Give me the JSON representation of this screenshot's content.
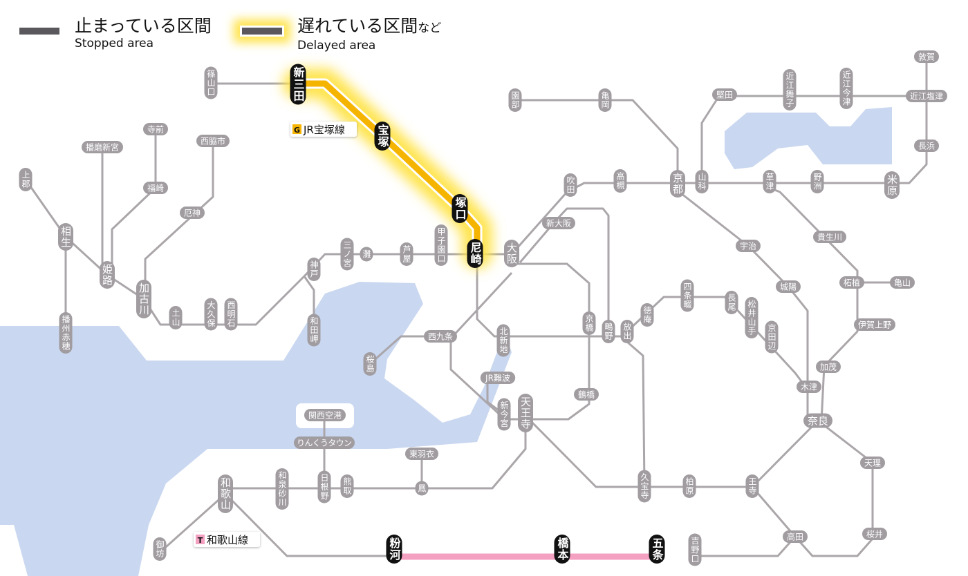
{
  "legend": {
    "stopped": {
      "label_ja": "止まっている区間",
      "label_en": "Stopped area",
      "color": "#5a585c"
    },
    "delayed": {
      "label_ja": "遅れている区間",
      "label_suffix": "など",
      "label_en": "Delayed area",
      "glow_color": "#ffe44f"
    }
  },
  "line_labels": [
    {
      "badge": "G",
      "name": "JR宝塚線",
      "badge_color": "#f5b400",
      "status": "delayed"
    },
    {
      "badge": "T",
      "name": "和歌山線",
      "badge_color": "#f4a0c0",
      "status": "stopped"
    }
  ],
  "colors": {
    "track": "#aaa6aa",
    "station": "#a09ca0",
    "highlight_station": "#111111",
    "delayed_line": "#f5b400",
    "stopped_line": "#f4a0c0",
    "water": "#c9d7f0"
  },
  "stations": [
    {
      "id": "sasayamaguchi",
      "name": "篠山口",
      "state": "normal"
    },
    {
      "id": "shinsanda",
      "name": "新三田",
      "state": "affected"
    },
    {
      "id": "takarazuka",
      "name": "宝塚",
      "state": "affected"
    },
    {
      "id": "tsukaguchi",
      "name": "塚口",
      "state": "affected"
    },
    {
      "id": "amagasaki",
      "name": "尼崎",
      "state": "affected"
    },
    {
      "id": "osaka",
      "name": "大阪",
      "state": "normal"
    },
    {
      "id": "shinosaka",
      "name": "新大阪",
      "state": "normal"
    },
    {
      "id": "suita",
      "name": "吹田",
      "state": "normal"
    },
    {
      "id": "takatsuki",
      "name": "高槻",
      "state": "normal"
    },
    {
      "id": "kyoto",
      "name": "京都",
      "state": "normal"
    },
    {
      "id": "yamashina",
      "name": "山科",
      "state": "normal"
    },
    {
      "id": "sonobe",
      "name": "園部",
      "state": "normal"
    },
    {
      "id": "kameoka",
      "name": "亀岡",
      "state": "normal"
    },
    {
      "id": "katata",
      "name": "堅田",
      "state": "normal"
    },
    {
      "id": "omimaiko",
      "name": "近江舞子",
      "state": "normal"
    },
    {
      "id": "omiimazu",
      "name": "近江今津",
      "state": "normal"
    },
    {
      "id": "omishiotsu",
      "name": "近江塩津",
      "state": "normal"
    },
    {
      "id": "tsuruga",
      "name": "敦賀",
      "state": "normal"
    },
    {
      "id": "nagahama",
      "name": "長浜",
      "state": "normal"
    },
    {
      "id": "maibara",
      "name": "米原",
      "state": "normal"
    },
    {
      "id": "yasu",
      "name": "野洲",
      "state": "normal"
    },
    {
      "id": "kusatsu",
      "name": "草津",
      "state": "normal"
    },
    {
      "id": "kibukawa",
      "name": "貴生川",
      "state": "normal"
    },
    {
      "id": "uji",
      "name": "宇治",
      "state": "normal"
    },
    {
      "id": "joyo",
      "name": "城陽",
      "state": "normal"
    },
    {
      "id": "tsuge",
      "name": "柘植",
      "state": "normal"
    },
    {
      "id": "kameyama",
      "name": "亀山",
      "state": "normal"
    },
    {
      "id": "igaueno",
      "name": "伊賀上野",
      "state": "normal"
    },
    {
      "id": "kamo",
      "name": "加茂",
      "state": "normal"
    },
    {
      "id": "kizu",
      "name": "木津",
      "state": "normal"
    },
    {
      "id": "nara",
      "name": "奈良",
      "state": "normal"
    },
    {
      "id": "tenri",
      "name": "天理",
      "state": "normal"
    },
    {
      "id": "sakurai",
      "name": "桜井",
      "state": "normal"
    },
    {
      "id": "takada",
      "name": "高田",
      "state": "normal"
    },
    {
      "id": "oji",
      "name": "王寺",
      "state": "normal"
    },
    {
      "id": "kashiwara",
      "name": "柏原",
      "state": "normal"
    },
    {
      "id": "kyuhoji",
      "name": "久宝寺",
      "state": "normal"
    },
    {
      "id": "hanaten",
      "name": "放出",
      "state": "normal"
    },
    {
      "id": "shigino",
      "name": "鴫野",
      "state": "normal"
    },
    {
      "id": "tokuan",
      "name": "徳庵",
      "state": "normal"
    },
    {
      "id": "shijonawate",
      "name": "四条畷",
      "state": "normal"
    },
    {
      "id": "nagao",
      "name": "長尾",
      "state": "normal"
    },
    {
      "id": "matsuiyamate",
      "name": "松井山手",
      "state": "normal"
    },
    {
      "id": "kyotanabe",
      "name": "京田辺",
      "state": "normal"
    },
    {
      "id": "kyobashi",
      "name": "京橋",
      "state": "normal"
    },
    {
      "id": "tsuruhashi",
      "name": "鶴橋",
      "state": "normal"
    },
    {
      "id": "tennoji",
      "name": "天王寺",
      "state": "normal"
    },
    {
      "id": "shinimamiya",
      "name": "新今宮",
      "state": "normal"
    },
    {
      "id": "jrnamba",
      "name": "JR難波",
      "state": "normal"
    },
    {
      "id": "kitashinchi",
      "name": "北新地",
      "state": "normal"
    },
    {
      "id": "nishikujo",
      "name": "西九条",
      "state": "normal"
    },
    {
      "id": "sakurajima",
      "name": "桜島",
      "state": "normal"
    },
    {
      "id": "koshienguchi",
      "name": "甲子園口",
      "state": "normal"
    },
    {
      "id": "ashiya",
      "name": "芦屋",
      "state": "normal"
    },
    {
      "id": "nada",
      "name": "灘",
      "state": "normal"
    },
    {
      "id": "sannomiya",
      "name": "三ノ宮",
      "state": "normal"
    },
    {
      "id": "kobe",
      "name": "神戸",
      "state": "normal"
    },
    {
      "id": "wadamisaki",
      "name": "和田岬",
      "state": "normal"
    },
    {
      "id": "nishiakashi",
      "name": "西明石",
      "state": "normal"
    },
    {
      "id": "okubo",
      "name": "大久保",
      "state": "normal"
    },
    {
      "id": "tsuchiyama",
      "name": "土山",
      "state": "normal"
    },
    {
      "id": "kakogawa",
      "name": "加古川",
      "state": "normal"
    },
    {
      "id": "himeji",
      "name": "姫路",
      "state": "normal"
    },
    {
      "id": "aioi",
      "name": "相生",
      "state": "normal"
    },
    {
      "id": "kamigori",
      "name": "上郡",
      "state": "normal"
    },
    {
      "id": "banshuako",
      "name": "播州赤穂",
      "state": "normal"
    },
    {
      "id": "harimashingu",
      "name": "播磨新宮",
      "state": "normal"
    },
    {
      "id": "teramae",
      "name": "寺前",
      "state": "normal"
    },
    {
      "id": "fukusaki",
      "name": "福崎",
      "state": "normal"
    },
    {
      "id": "nishiwakishi",
      "name": "西脇市",
      "state": "normal"
    },
    {
      "id": "yakujin",
      "name": "厄神",
      "state": "normal"
    },
    {
      "id": "kansaiairport",
      "name": "関西空港",
      "state": "normal"
    },
    {
      "id": "rinkutown",
      "name": "りんくうタウン",
      "state": "normal"
    },
    {
      "id": "hineno",
      "name": "日根野",
      "state": "normal"
    },
    {
      "id": "kumatori",
      "name": "熊取",
      "state": "normal"
    },
    {
      "id": "izumisunagawa",
      "name": "和泉砂川",
      "state": "normal"
    },
    {
      "id": "higashihagoromo",
      "name": "東羽衣",
      "state": "normal"
    },
    {
      "id": "otori",
      "name": "鳳",
      "state": "normal"
    },
    {
      "id": "wakayama",
      "name": "和歌山",
      "state": "normal"
    },
    {
      "id": "gobo",
      "name": "御坊",
      "state": "normal"
    },
    {
      "id": "kokawa",
      "name": "粉河",
      "state": "affected"
    },
    {
      "id": "hashimoto",
      "name": "橋本",
      "state": "affected"
    },
    {
      "id": "gojo",
      "name": "五条",
      "state": "affected"
    },
    {
      "id": "yoshinoguchi",
      "name": "吉野口",
      "state": "normal"
    }
  ]
}
